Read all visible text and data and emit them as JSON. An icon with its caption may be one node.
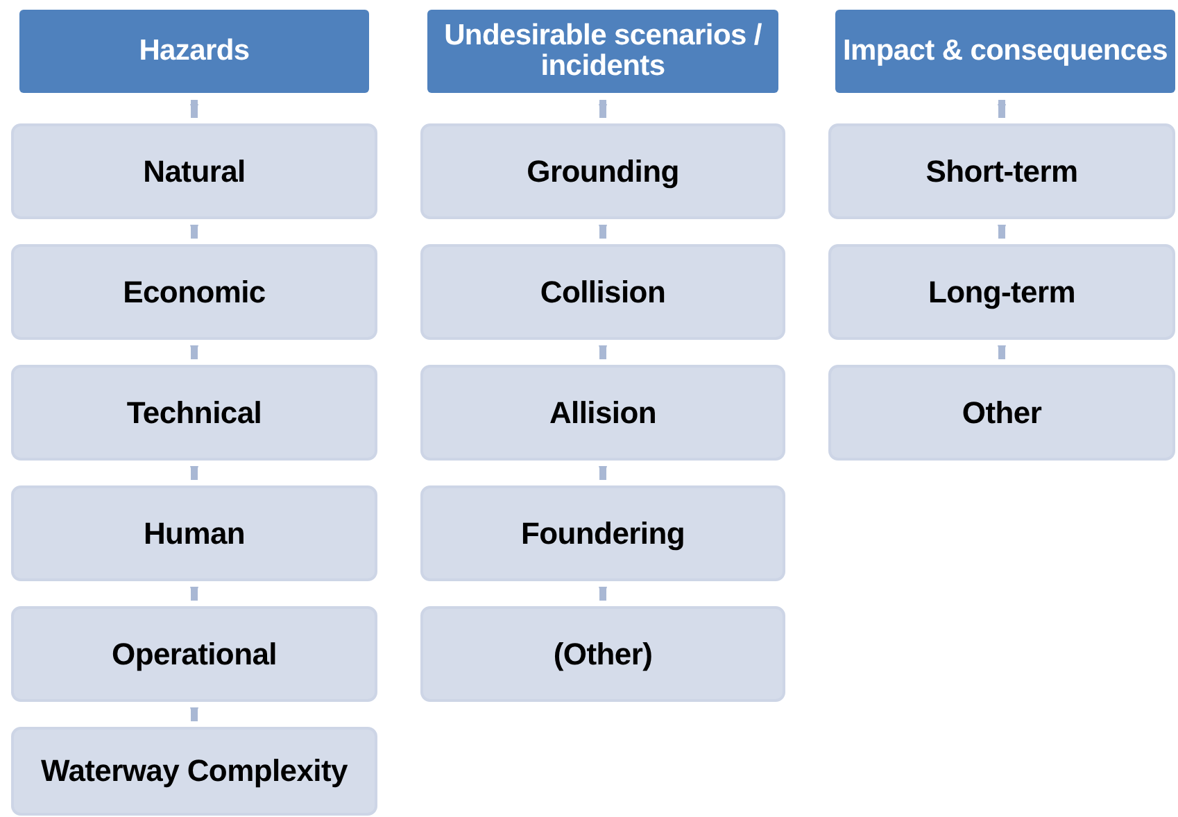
{
  "diagram": {
    "nodes": [
      {
        "text": [
          "Hazards"
        ]
      },
      {
        "text": [
          "Natural"
        ]
      },
      {
        "text": [
          "Economic"
        ]
      },
      {
        "text": [
          "Technical"
        ]
      },
      {
        "text": [
          "Human"
        ]
      },
      {
        "text": [
          "Operational"
        ]
      },
      {
        "text": [
          "Waterway Complexity"
        ]
      },
      {
        "text": [
          "Undesirable scenarios / incidents"
        ]
      },
      {
        "text": [
          "Grounding"
        ]
      },
      {
        "text": [
          "Collision"
        ]
      },
      {
        "text": [
          "Allision"
        ]
      },
      {
        "text": [
          "Foundering"
        ]
      },
      {
        "text": [
          "(Other)"
        ]
      },
      {
        "text": [
          "Impact & consequences"
        ]
      },
      {
        "text": [
          "Short-term"
        ]
      },
      {
        "text": [
          "Long-term"
        ]
      },
      {
        "text": [
          "Other"
        ]
      }
    ],
    "edges": [
      {
        "from": 0,
        "to": 1,
        "arrow": "to"
      },
      {
        "from": 1,
        "to": 2,
        "arrow": "to"
      },
      {
        "from": 2,
        "to": 3,
        "arrow": "to"
      },
      {
        "from": 3,
        "to": 4,
        "arrow": "to"
      },
      {
        "from": 4,
        "to": 5,
        "arrow": "to"
      },
      {
        "from": 5,
        "to": 6,
        "arrow": "to"
      },
      {
        "from": 7,
        "to": 8,
        "arrow": "to"
      },
      {
        "from": 8,
        "to": 9,
        "arrow": "to"
      },
      {
        "from": 9,
        "to": 10,
        "arrow": "to"
      },
      {
        "from": 10,
        "to": 11,
        "arrow": "to"
      },
      {
        "from": 11,
        "to": 12,
        "arrow": "to"
      },
      {
        "from": 13,
        "to": 14,
        "arrow": "to"
      },
      {
        "from": 14,
        "to": 15,
        "arrow": "to"
      },
      {
        "from": 15,
        "to": 16,
        "arrow": "to"
      }
    ]
  }
}
